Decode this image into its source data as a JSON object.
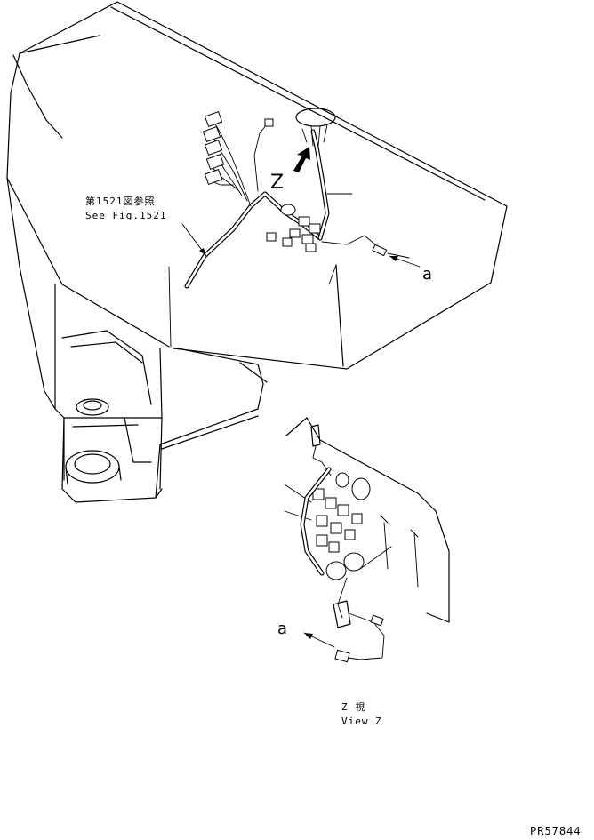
{
  "labels": {
    "ref_ja": "第1521図参照",
    "ref_en": "See Fig.1521",
    "view_letter": "Z",
    "point_a_top": "a",
    "point_a_bottom": "a",
    "view_caption_ja": "Z 視",
    "view_caption_en": "View Z",
    "drawing_number": "PR57844"
  }
}
